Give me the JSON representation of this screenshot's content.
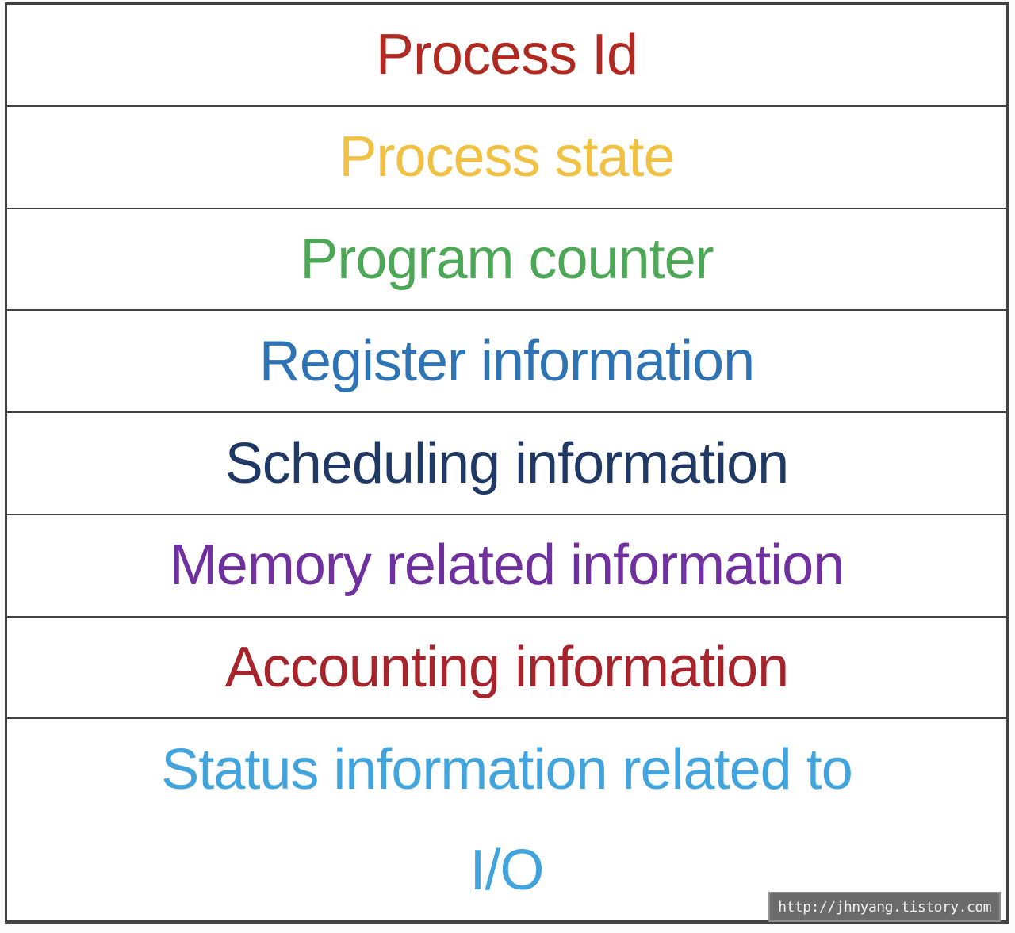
{
  "table": {
    "border_color": "#414141",
    "rows": [
      {
        "label": "Process Id",
        "color": "#b02a22"
      },
      {
        "label": "Process state",
        "color": "#f0c143"
      },
      {
        "label": "Program counter",
        "color": "#4ca757"
      },
      {
        "label": "Register information",
        "color": "#2e74b5"
      },
      {
        "label": "Scheduling information",
        "color": "#1f3864"
      },
      {
        "label": "Memory related information",
        "color": "#7030a0"
      },
      {
        "label": "Accounting information",
        "color": "#a6242b"
      },
      {
        "label": "Status information related to I/O",
        "color": "#41a4dd",
        "lines": [
          "Status information related to",
          "I/O"
        ]
      }
    ]
  },
  "watermark": {
    "text": "http://jhnyang.tistory.com",
    "background": "#6b6b6b",
    "text_color": "#f2f2f2"
  }
}
